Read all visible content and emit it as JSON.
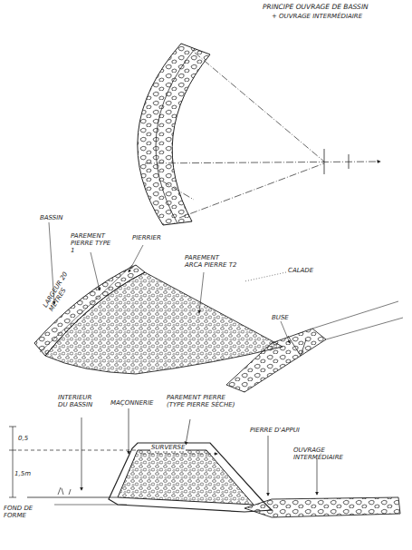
{
  "diagram": {
    "title": "PRINCIPE OUVRAGE DE BASSIN",
    "labels": [
      "+ OUVRAGE INTERMÉDIAIRE",
      "BASSIN",
      "PAREMENT PIERRE TYPE 1",
      "PIERRIER",
      "PAREMENT ARCA PIERRE T2",
      "CALADE",
      "BUSE",
      "LARGEUR 20 METRES",
      "INTERIEUR DU BASSIN",
      "MAÇONNERIE",
      "PAREMENT PIERRE (TYPE PIERRE SÈCHE)",
      "PIERRE D'APPUI",
      "OUVRAGE INTERMÉDIAIRE",
      "SURVERSE",
      "FOND DE FORME",
      "0,5",
      "1,5m"
    ]
  }
}
